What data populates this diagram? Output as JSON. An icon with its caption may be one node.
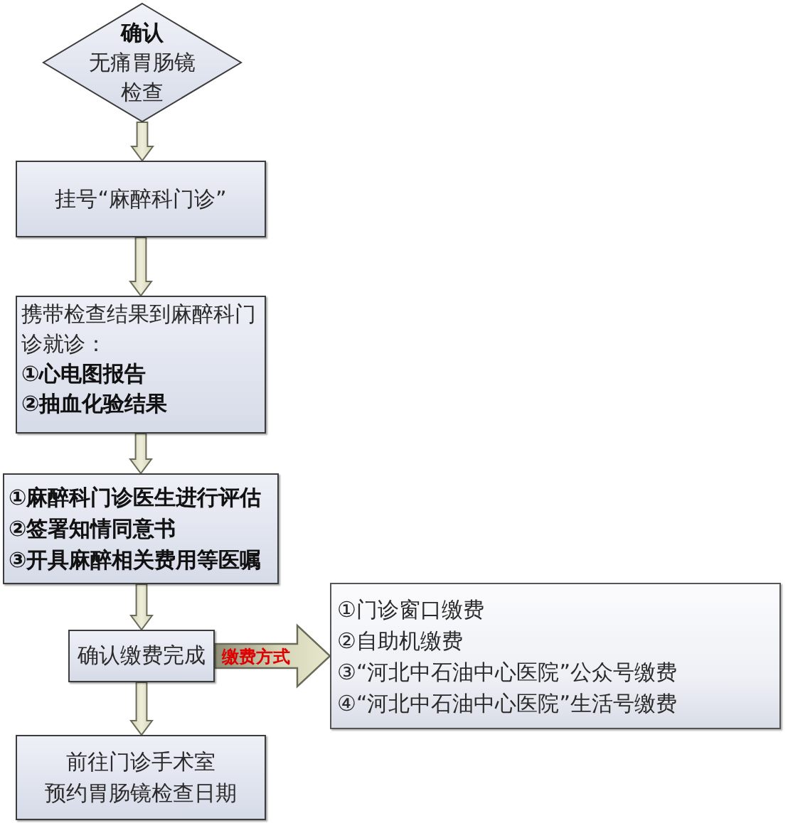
{
  "diagram": {
    "nodes": [
      {
        "text": [
          "确认",
          "无痛胃肠镜检查"
        ]
      },
      {
        "text": [
          "挂号“麻醉科门诊”"
        ]
      },
      {
        "text": [
          "携带检查结果到麻醉科门诊就诊：",
          "①心电图报告",
          "②抽血化验结果"
        ]
      },
      {
        "text": [
          "①麻醉科门诊医生进行评估",
          "②签署知情同意书",
          "③开具麻醉相关费用等医嘱"
        ]
      },
      {
        "text": [
          "确认缴费完成"
        ]
      },
      {
        "text": [
          "①门诊窗口缴费",
          "②自助机缴费",
          "③“河北中石油中心医院”公众号缴费",
          "④“河北中石油中心医院”生活号缴费"
        ]
      },
      {
        "text": [
          "前往门诊手术室",
          "预约胃肠镜检查日期"
        ]
      }
    ],
    "edges": [
      {
        "from": 0,
        "to": 1,
        "arrow": "to"
      },
      {
        "from": 1,
        "to": 2,
        "arrow": "to"
      },
      {
        "from": 2,
        "to": 3,
        "arrow": "to"
      },
      {
        "from": 3,
        "to": 4,
        "arrow": "to"
      },
      {
        "from": 4,
        "to": 5,
        "arrow": "to",
        "label": "缴费方式",
        "style": "thick"
      },
      {
        "from": 4,
        "to": 6,
        "arrow": "to"
      }
    ]
  }
}
